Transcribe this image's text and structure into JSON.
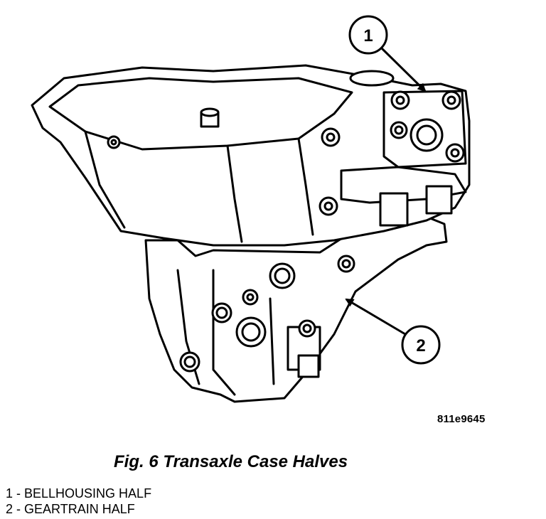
{
  "figure": {
    "ref_code": "811e9645",
    "caption": "Fig. 6 Transaxle Case Halves",
    "callouts": [
      {
        "number": "1",
        "label": "BELLHOUSING HALF"
      },
      {
        "number": "2",
        "label": "GEARTRAIN HALF"
      }
    ],
    "legend": [
      {
        "number": "1",
        "separator": " - ",
        "text": "BELLHOUSING HALF"
      },
      {
        "number": "2",
        "separator": " - ",
        "text": "GEARTRAIN HALF"
      }
    ]
  }
}
